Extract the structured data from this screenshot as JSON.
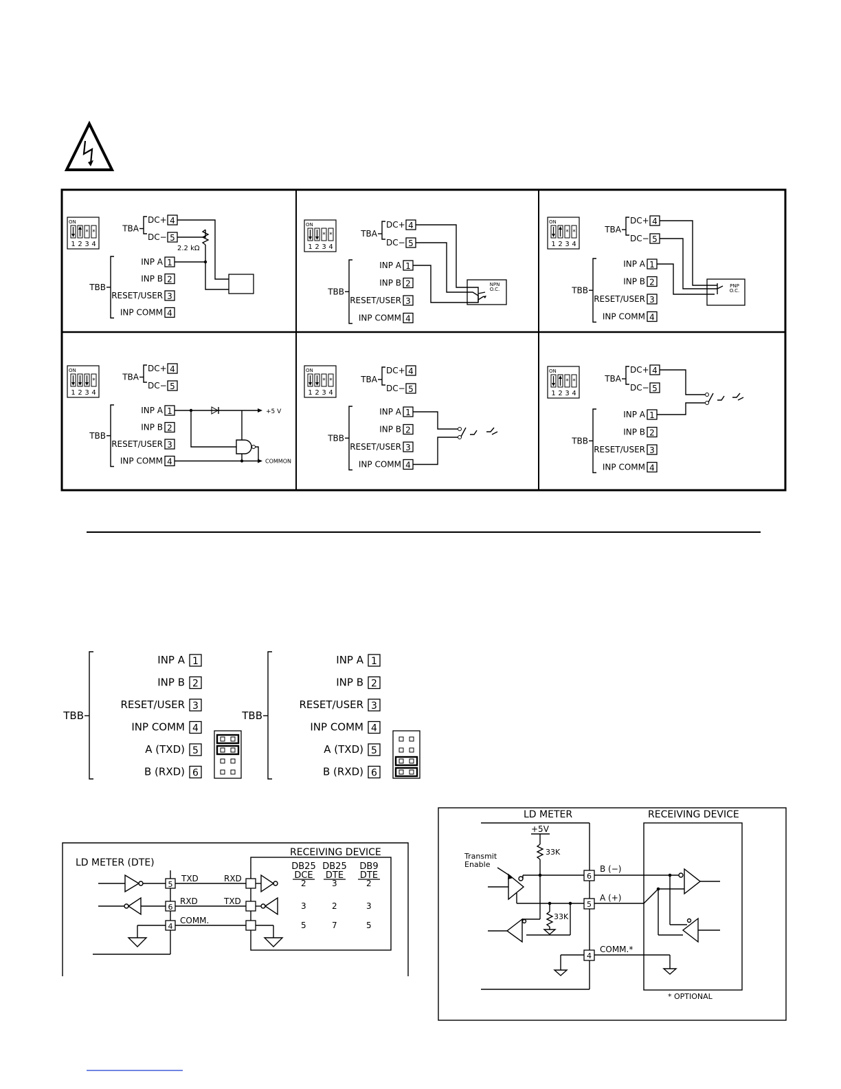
{
  "input_panels": {
    "dip": {
      "on": "ON",
      "nums": [
        "1",
        "2",
        "3",
        "4"
      ]
    },
    "tba": {
      "label": "TBA",
      "pins": [
        {
          "name": "DC+",
          "num": "4"
        },
        {
          "name": "DC−",
          "num": "5"
        }
      ]
    },
    "tbb": {
      "label": "TBB",
      "pins": [
        {
          "name": "INP A",
          "num": "1"
        },
        {
          "name": "INP B",
          "num": "2"
        },
        {
          "name": "RESET/USER",
          "num": "3"
        },
        {
          "name": "INP COMM",
          "num": "4"
        }
      ]
    },
    "resistor_label": "2.2 kΩ",
    "npn_label": [
      "NPN",
      "O.C."
    ],
    "pnp_label": [
      "PNP",
      "O.C."
    ],
    "plus5v": "+5 V",
    "common": "COMMON"
  },
  "jumper_diagrams": {
    "tbb_label": "TBB",
    "pins": [
      {
        "name": "INP A",
        "num": "1"
      },
      {
        "name": "INP B",
        "num": "2"
      },
      {
        "name": "RESET/USER",
        "num": "3"
      },
      {
        "name": "INP COMM",
        "num": "4"
      },
      {
        "name": "A (TXD)",
        "num": "5"
      },
      {
        "name": "B (RXD)",
        "num": "6"
      }
    ]
  },
  "rs232": {
    "meter": "LD METER (DTE)",
    "device": "RECEIVING DEVICE",
    "pins": [
      "5",
      "6",
      "4"
    ],
    "meter_signals": [
      "TXD",
      "RXD",
      "COMM."
    ],
    "device_signals": [
      "RXD",
      "TXD"
    ],
    "columns": [
      {
        "h1": "DB25",
        "h2": "DCE",
        "vals": [
          "2",
          "3",
          "5"
        ]
      },
      {
        "h1": "DB25",
        "h2": "DTE",
        "vals": [
          "3",
          "2",
          "7"
        ]
      },
      {
        "h1": "DB9",
        "h2": "DTE",
        "vals": [
          "2",
          "3",
          "5"
        ]
      }
    ]
  },
  "rs485": {
    "meter": "LD METER",
    "device": "RECEIVING DEVICE",
    "plus5v": "+5V",
    "r1": "33K",
    "r2": "33K",
    "transmit": [
      "Transmit",
      "Enable"
    ],
    "pins": [
      "6",
      "5",
      "4"
    ],
    "signals": [
      "B (−)",
      "A (+)",
      "COMM.*"
    ],
    "optional": "* OPTIONAL"
  }
}
